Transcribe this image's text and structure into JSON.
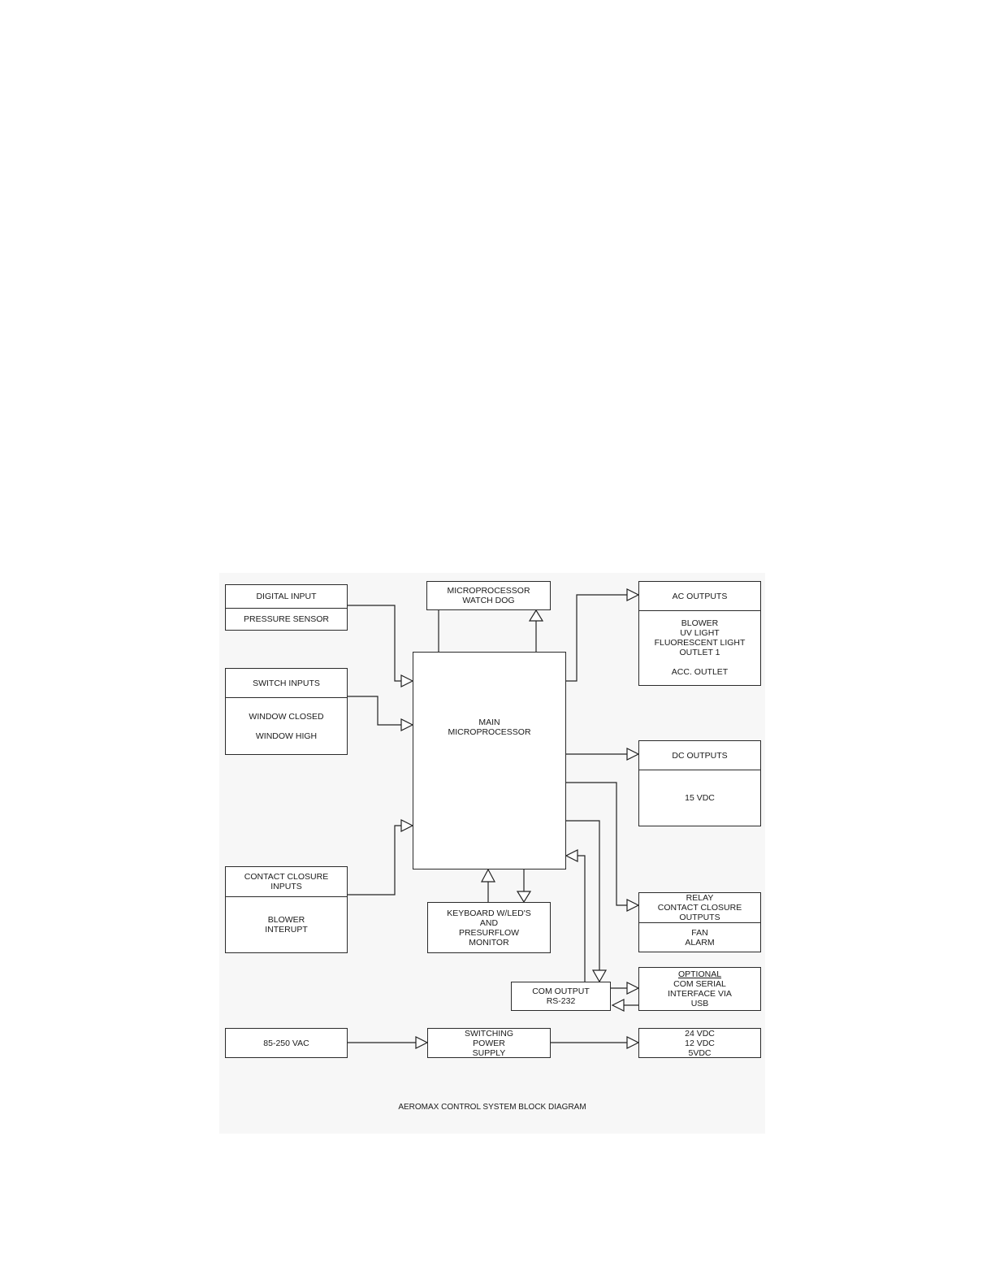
{
  "diagram": {
    "caption": "AEROMAX CONTROL SYSTEM BLOCK DIAGRAM",
    "blocks": {
      "digital_input": {
        "header": "DIGITAL INPUT",
        "line1": "PRESSURE SENSOR"
      },
      "switch_inputs": {
        "header": "SWITCH INPUTS",
        "line1": "WINDOW CLOSED",
        "line2": "WINDOW HIGH"
      },
      "contact_closure_inputs": {
        "header_1": "CONTACT CLOSURE",
        "header_2": "INPUTS",
        "line1": "BLOWER",
        "line2": "INTERUPT"
      },
      "watchdog": {
        "line1": "MICROPROCESSOR",
        "line2": "WATCH DOG"
      },
      "main_micro": {
        "line1": "MAIN",
        "line2": "MICROPROCESSOR"
      },
      "keyboard": {
        "line1": "KEYBOARD W/LED'S",
        "line2": "AND",
        "line3": "PRESURFLOW",
        "line4": "MONITOR"
      },
      "ac_outputs": {
        "header": "AC OUTPUTS",
        "line1": "BLOWER",
        "line2": "UV LIGHT",
        "line3": "FLUORESCENT LIGHT",
        "line4": "OUTLET 1",
        "line5": "ACC. OUTLET"
      },
      "dc_outputs": {
        "header": "DC OUTPUTS",
        "line1": "15 VDC"
      },
      "relay_outputs": {
        "header_1": "RELAY",
        "header_2": "CONTACT CLOSURE",
        "header_3": "OUTPUTS",
        "line1": "FAN",
        "line2": "ALARM"
      },
      "com_output": {
        "line1": "COM OUTPUT",
        "line2": "RS-232"
      },
      "optional_usb": {
        "line1": "OPTIONAL",
        "line2": "COM SERIAL",
        "line3": "INTERFACE VIA",
        "line4": "USB"
      },
      "ac_input": {
        "line1": "85-250 VAC"
      },
      "power_supply": {
        "line1": "SWITCHING",
        "line2": "POWER",
        "line3": "SUPPLY"
      },
      "dc_rails": {
        "line1": "24 VDC",
        "line2": "12 VDC",
        "line3": "5VDC"
      }
    }
  }
}
